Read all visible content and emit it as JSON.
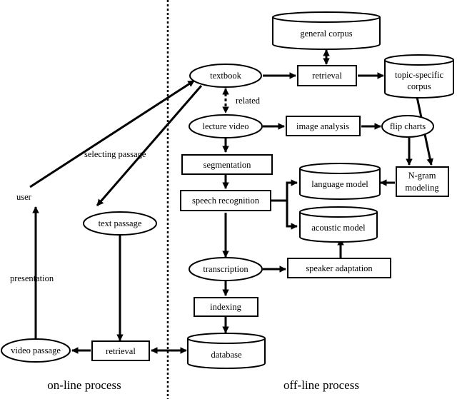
{
  "nodes": {
    "general_corpus": "general corpus",
    "textbook": "textbook",
    "retrieval_top": "retrieval",
    "topic_specific_corpus": [
      "topic-specific",
      "corpus"
    ],
    "related": "related",
    "lecture_video": "lecture video",
    "image_analysis": "image analysis",
    "flip_charts": "flip charts",
    "segmentation": "segmentation",
    "selecting_passage": "selecting passage",
    "n_gram_modeling": [
      "N-gram",
      "modeling"
    ],
    "language_model": "language model",
    "speech_recognition": "speech recognition",
    "user": "user",
    "text_passage": "text passage",
    "acoustic_model": "acoustic model",
    "presentation": "presentation",
    "transcription": "transcription",
    "speaker_adaptation": "speaker adaptation",
    "indexing": "indexing",
    "video_passage": "video passage",
    "retrieval_bottom": "retrieval",
    "database": "database"
  },
  "sections": {
    "online": "on-line process",
    "offline": "off-line process"
  }
}
